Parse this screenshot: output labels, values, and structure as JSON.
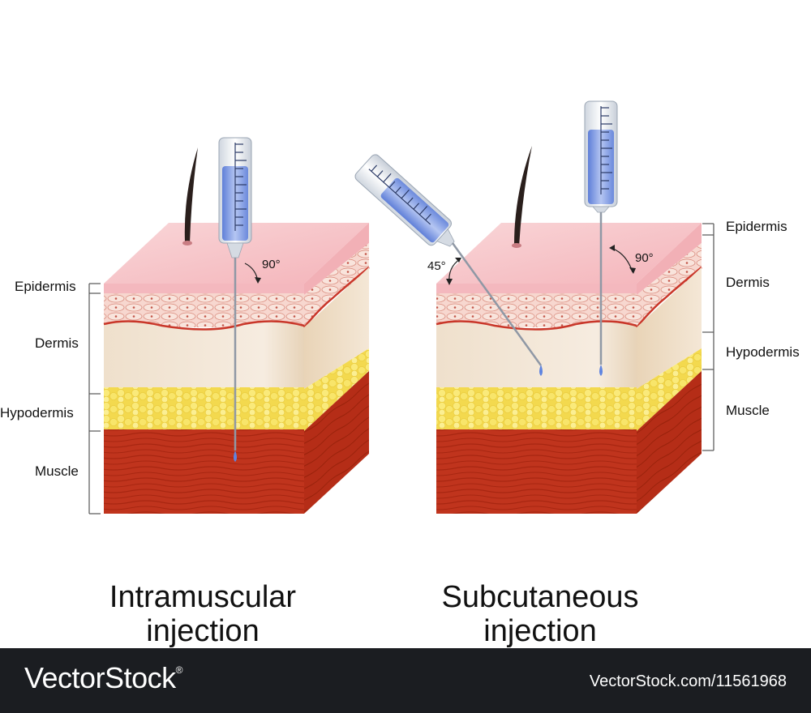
{
  "left_panel": {
    "layers": {
      "epidermis": "Epidermis",
      "dermis": "Dermis",
      "hypodermis": "Hypodermis",
      "muscle": "Muscle"
    },
    "angle": "90°",
    "caption_line1": "Intramuscular",
    "caption_line2": "injection"
  },
  "right_panel": {
    "layers": {
      "epidermis": "Epidermis",
      "dermis": "Dermis",
      "hypodermis": "Hypodermis",
      "muscle": "Muscle"
    },
    "angle_oblique": "45°",
    "angle_vertical": "90°",
    "caption_line1": "Subcutaneous",
    "caption_line2": "injection"
  },
  "footer": {
    "brand": "VectorStock",
    "brand_mark": "®",
    "reference": "VectorStock.com/11561968"
  },
  "colors": {
    "epidermis_top": "#f7c9cc",
    "dermis": "#f1e3d0",
    "fat": "#f6e45a",
    "muscle": "#c0311c",
    "medication": "#7f9be6"
  }
}
